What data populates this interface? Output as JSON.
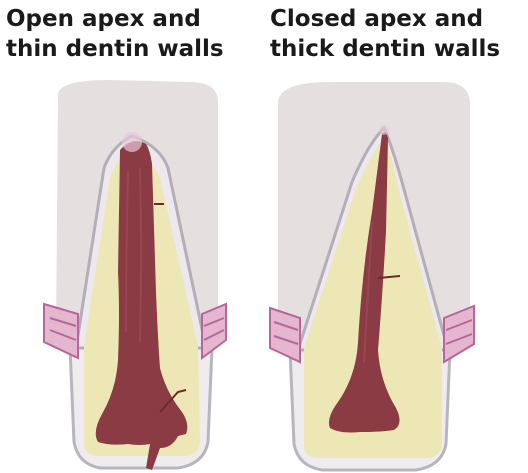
{
  "figures": [
    {
      "caption_line1": "Open apex and",
      "caption_line2": "thin dentin walls"
    },
    {
      "caption_line1": "Closed apex and",
      "caption_line2": "thick dentin walls"
    }
  ],
  "colors": {
    "bone": "#e6dfe0",
    "pdl": "#d9cfd2",
    "enamel": "#ece9ee",
    "dentin": "#ede7b6",
    "pulp": "#8b3b44",
    "gum": "#e5b6cf",
    "gum_edge": "#b6679a",
    "outline": "#b9b5bd"
  }
}
